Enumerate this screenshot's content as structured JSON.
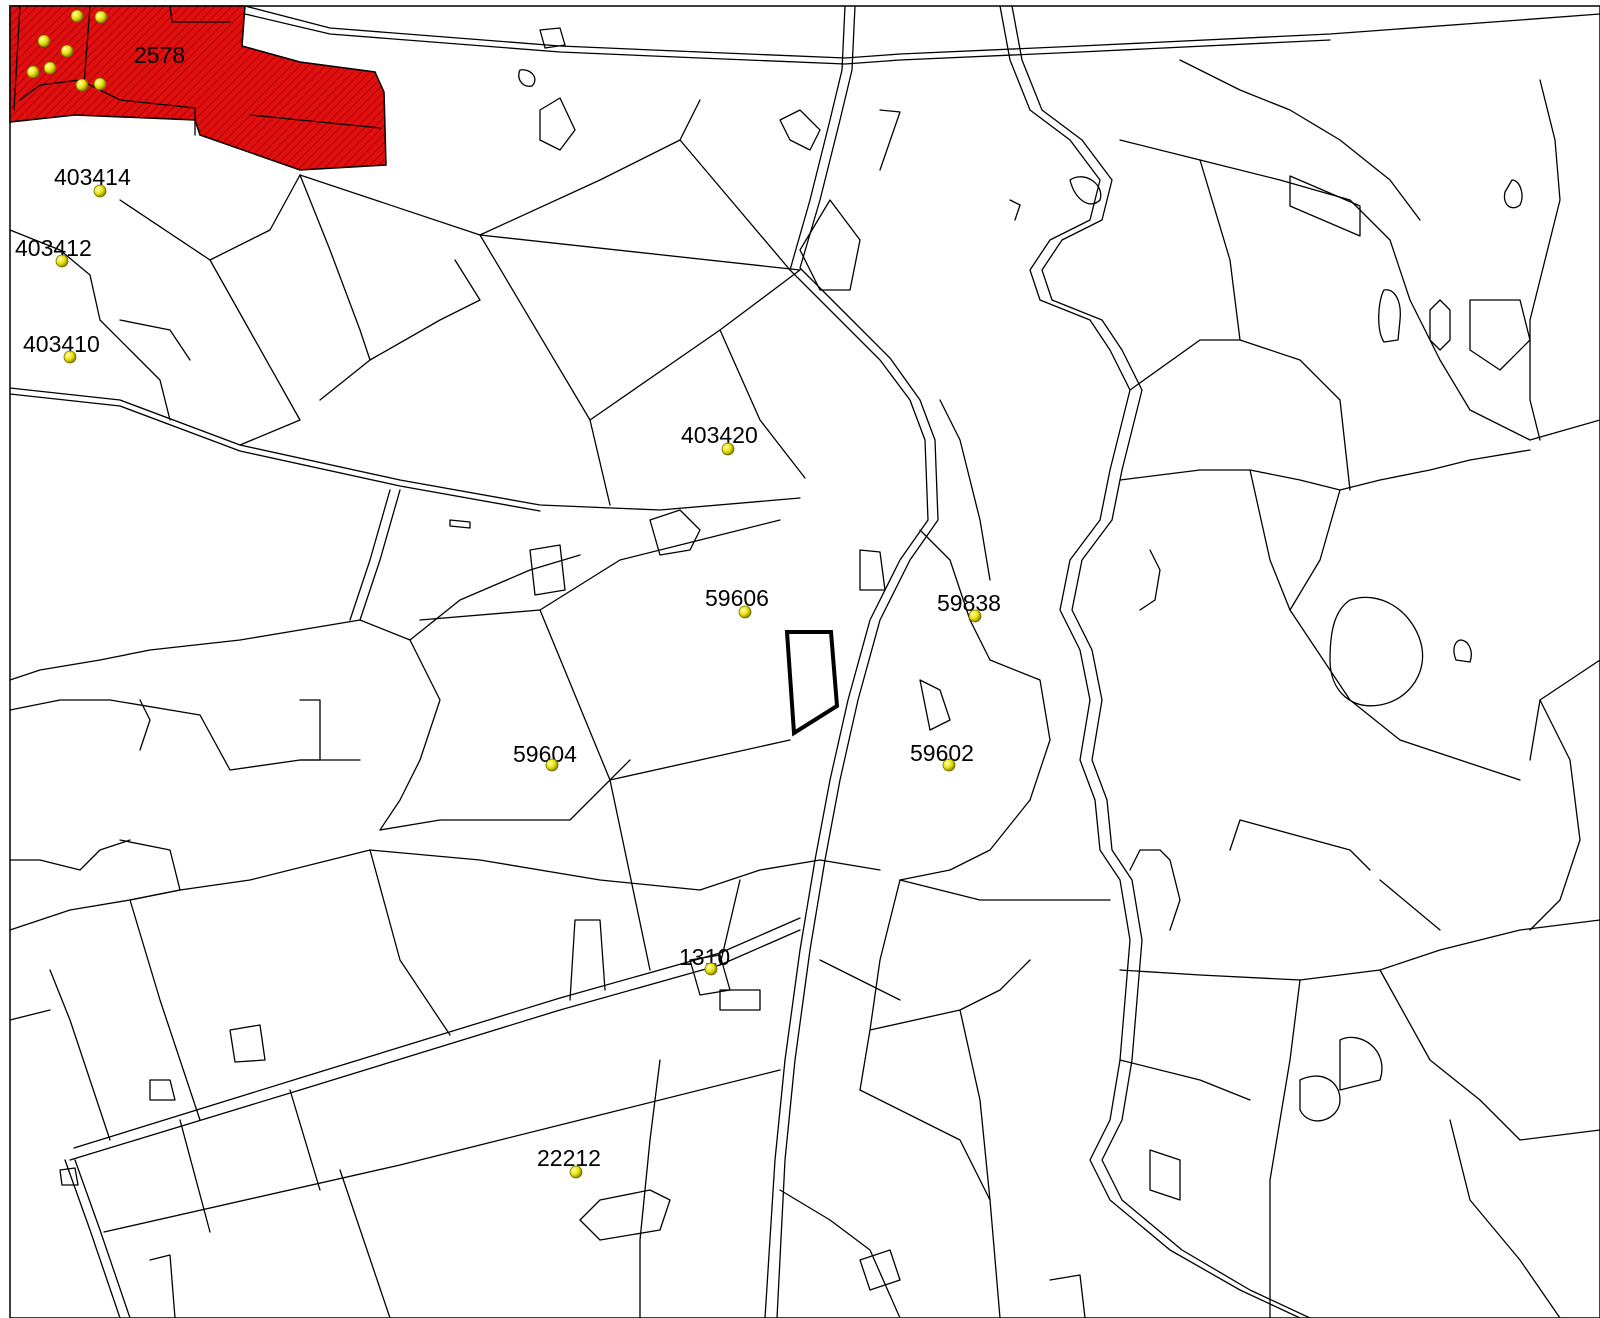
{
  "map": {
    "highlight_fill": "#e01010",
    "highlight_hatch": "#b00000",
    "marker_color": "#e8e000",
    "line_color": "#000000",
    "background": "#ffffff"
  },
  "parcels": [
    {
      "id": "p-2578",
      "label": "2578"
    },
    {
      "id": "p-403414",
      "label": "403414"
    },
    {
      "id": "p-403412",
      "label": "403412"
    },
    {
      "id": "p-403410",
      "label": "403410"
    },
    {
      "id": "p-403420",
      "label": "403420"
    },
    {
      "id": "p-59606",
      "label": "59606"
    },
    {
      "id": "p-59838",
      "label": "59838"
    },
    {
      "id": "p-59604",
      "label": "59604"
    },
    {
      "id": "p-59602",
      "label": "59602"
    },
    {
      "id": "p-1310",
      "label": "1310"
    },
    {
      "id": "p-22212",
      "label": "22212"
    }
  ]
}
